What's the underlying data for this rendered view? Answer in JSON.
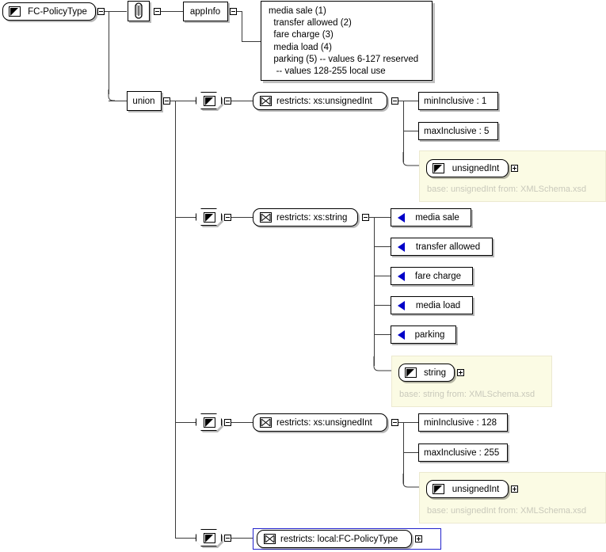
{
  "diagram": {
    "title": "FC-PolicyType XML Schema diagram",
    "root": {
      "label": "FC-PolicyType",
      "icon": "simple-type-icon",
      "expander": "collapse"
    },
    "annotation": {
      "icon": "annotation-paperclip-icon",
      "expander": "collapse"
    },
    "appinfo": {
      "label": "appInfo",
      "expander": "collapse"
    },
    "documentation": {
      "lines": [
        "media sale (1)",
        "  transfer allowed (2)",
        "  fare charge (3)",
        "  media load (4)",
        "  parking (5) -- values 6-127 reserved",
        "   -- values 128-255 local use"
      ]
    },
    "union": {
      "label": "union",
      "expander": "collapse"
    },
    "branches": [
      {
        "id": "branch-unsignedint-1-5",
        "simple_type_icon": "simple-type-icon",
        "restricts": {
          "label": "restricts: xs:unsignedInt",
          "icon": "restriction-bowtie-icon",
          "expander": "collapse"
        },
        "facets": [
          {
            "label": "minInclusive : 1"
          },
          {
            "label": "maxInclusive : 5"
          }
        ],
        "base": {
          "name": "unsignedInt",
          "caption": "base: unsignedInt from: XMLSchema.xsd",
          "expander": "expand"
        }
      },
      {
        "id": "branch-string-enum",
        "simple_type_icon": "simple-type-icon",
        "restricts": {
          "label": "restricts: xs:string",
          "icon": "restriction-bowtie-icon",
          "expander": "collapse"
        },
        "enumerations": [
          {
            "label": "media sale"
          },
          {
            "label": "transfer allowed"
          },
          {
            "label": "fare charge"
          },
          {
            "label": "media load"
          },
          {
            "label": "parking"
          }
        ],
        "base": {
          "name": "string",
          "caption": "base: string from: XMLSchema.xsd",
          "expander": "expand"
        }
      },
      {
        "id": "branch-unsignedint-128-255",
        "simple_type_icon": "simple-type-icon",
        "restricts": {
          "label": "restricts: xs:unsignedInt",
          "icon": "restriction-bowtie-icon",
          "expander": "collapse"
        },
        "facets": [
          {
            "label": "minInclusive : 128"
          },
          {
            "label": "maxInclusive : 255"
          }
        ],
        "base": {
          "name": "unsignedInt",
          "caption": "base: unsignedInt from: XMLSchema.xsd",
          "expander": "expand"
        }
      },
      {
        "id": "branch-local-fc-policytype",
        "simple_type_icon": "simple-type-icon",
        "restricts": {
          "label": "restricts: local:FC-PolicyType",
          "icon": "restriction-bowtie-icon",
          "expander": "expand",
          "selected": true
        }
      }
    ],
    "colors": {
      "line": "#3a3a3a",
      "node_border": "#000000",
      "node_fill": "#ffffff",
      "enum_marker": "#0000c8",
      "base_panel_fill": "#fbfbe4",
      "base_caption_text": "#c9c9bb",
      "selection_border": "#2222cc",
      "shadow": "rgba(0,0,0,0.28)"
    }
  }
}
